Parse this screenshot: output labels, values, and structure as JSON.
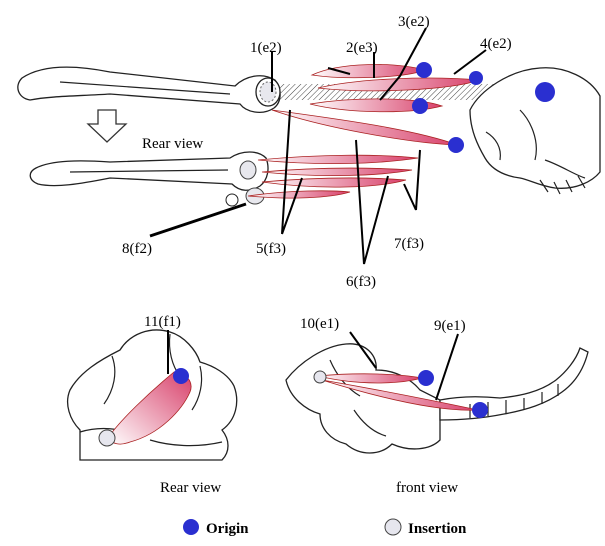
{
  "top_panel": {
    "view_label": "Rear view",
    "muscle_labels": [
      "1(e2)",
      "2(e3)",
      "3(e2)",
      "4(e2)",
      "8(f2)",
      "5(f3)",
      "7(f3)",
      "6(f3)"
    ]
  },
  "bottom_left_panel": {
    "muscle_label": "11(f1)",
    "caption": "Rear view"
  },
  "bottom_right_panel": {
    "muscle_labels": [
      "10(e1)",
      "9(e1)"
    ],
    "caption": "front view"
  },
  "legend": {
    "origin_label": "Origin",
    "insertion_label": "Insertion"
  },
  "colors": {
    "origin": "#2a2fd0",
    "insertion": "#e6e6ee",
    "muscle_dark": "#d8406a",
    "muscle_light": "#ffffff"
  }
}
